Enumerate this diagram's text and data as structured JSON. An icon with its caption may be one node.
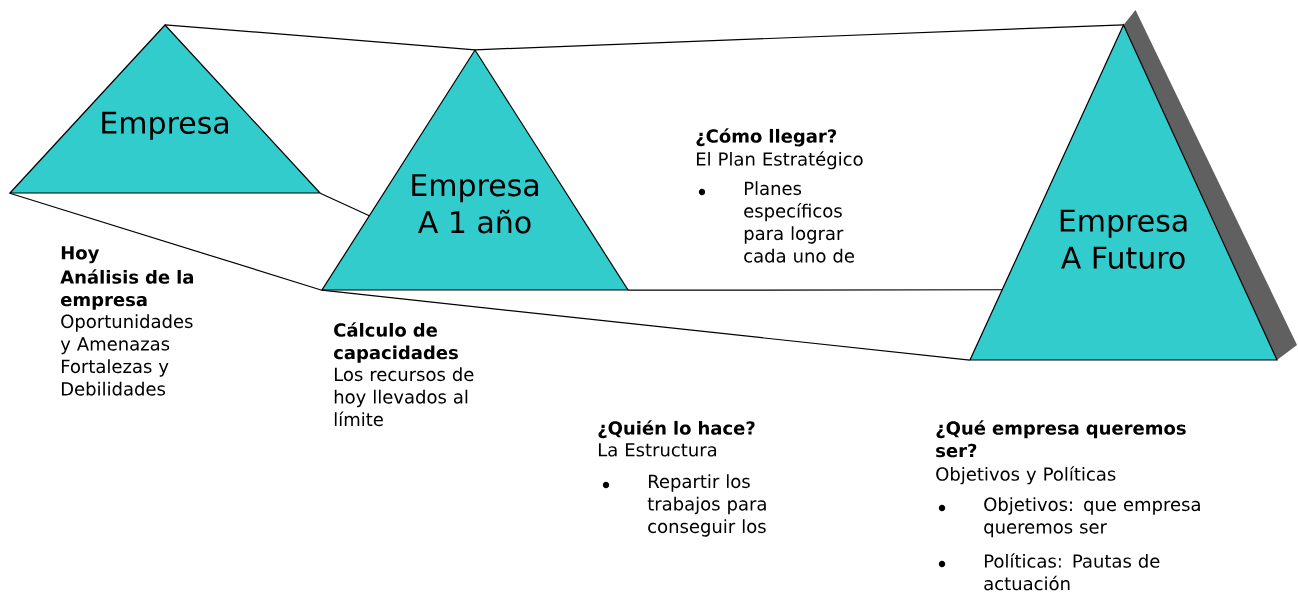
{
  "diagram": {
    "nodes": [
      {
        "text": [
          "Empresa"
        ]
      },
      {
        "text": [
          "Empresa A 1 año"
        ]
      },
      {
        "text": [
          "Empresa A Futuro"
        ]
      }
    ],
    "edges": [
      {
        "from": 0,
        "to": 1,
        "arrow": "none"
      },
      {
        "from": 0,
        "to": 1,
        "arrow": "none"
      },
      {
        "from": 0,
        "to": 1,
        "arrow": "none"
      },
      {
        "from": 1,
        "to": 2,
        "arrow": "none"
      },
      {
        "from": 1,
        "to": 2,
        "arrow": "none"
      },
      {
        "from": 1,
        "to": 2,
        "arrow": "none"
      }
    ],
    "labels": [
      "Hoy",
      "Análisis de la empresa",
      "Oportunidades y Amenazas Fortalezas y Debilidades",
      "Cálculo de capacidades",
      "Los recursos de hoy llevados al límite",
      "¿Cómo llegar?",
      "El Plan Estratégico",
      "Planes específicos para lograr cada uno de",
      "¿Quién lo hace?",
      "La Estructura",
      "Repartir los trabajos para conseguir los",
      "¿Qué empresa queremos ser?",
      "Objetivos y Políticas",
      "Objetivos: que empresa queremos ser",
      "Políticas: Pautas de actuación"
    ]
  }
}
